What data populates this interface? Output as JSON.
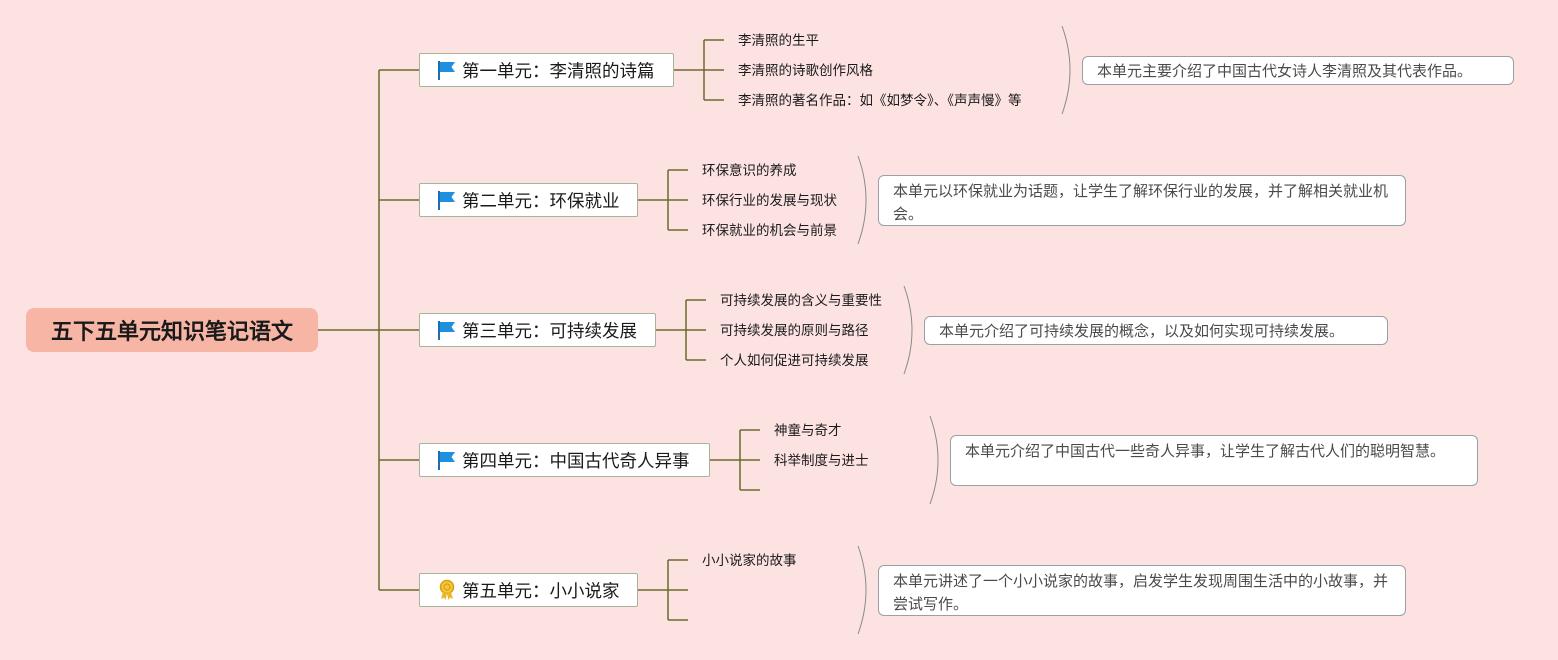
{
  "root": {
    "title": "五下五单元知识笔记语文"
  },
  "colors": {
    "background": "#fde2e2",
    "root_fill": "#f6b5a5",
    "branch_line": "#6b6b2a",
    "flag": "#1f8fe0",
    "medal": "#e9b824"
  },
  "units": [
    {
      "label": "第一单元：李清照的诗篇",
      "icon": "flag-icon",
      "topics": [
        "李清照的生平",
        "李清照的诗歌创作风格",
        "李清照的著名作品：如《如梦令》、《声声慢》等"
      ],
      "summary": "本单元主要介绍了中国古代女诗人李清照及其代表作品。"
    },
    {
      "label": "第二单元：环保就业",
      "icon": "flag-icon",
      "topics": [
        "环保意识的养成",
        "环保行业的发展与现状",
        "环保就业的机会与前景"
      ],
      "summary": "本单元以环保就业为话题，让学生了解环保行业的发展，并了解相关就业机会。"
    },
    {
      "label": "第三单元：可持续发展",
      "icon": "flag-icon",
      "topics": [
        "可持续发展的含义与重要性",
        "可持续发展的原则与路径",
        "个人如何促进可持续发展"
      ],
      "summary": "本单元介绍了可持续发展的概念，以及如何实现可持续发展。"
    },
    {
      "label": "第四单元：中国古代奇人异事",
      "icon": "flag-icon",
      "topics": [
        "神童与奇才",
        "科举制度与进士",
        ""
      ],
      "summary": "本单元介绍了中国古代一些奇人异事，让学生了解古代人们的聪明智慧。"
    },
    {
      "label": "第五单元：小小说家",
      "icon": "medal-icon",
      "topics": [
        "小小说家的故事",
        "",
        ""
      ],
      "summary": "本单元讲述了一个小小说家的故事，启发学生发现周围生活中的小故事，并尝试写作。"
    }
  ]
}
